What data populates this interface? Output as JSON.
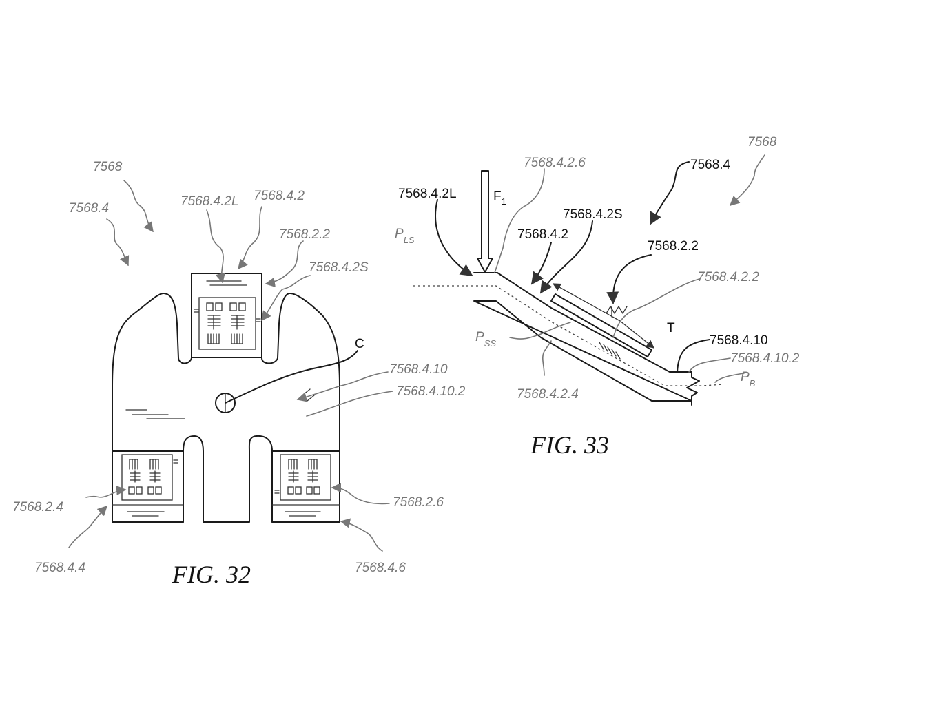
{
  "fig32": {
    "caption": "FIG. 32",
    "labels": {
      "ref_7568": "7568",
      "ref_7568_4": "7568.4",
      "ref_7568_4_2L": "7568.4.2L",
      "ref_7568_4_2": "7568.4.2",
      "ref_7568_2_2": "7568.2.2",
      "ref_7568_4_2S": "7568.4.2S",
      "ref_C": "C",
      "ref_7568_4_10": "7568.4.10",
      "ref_7568_4_10_2": "7568.4.10.2",
      "ref_7568_2_4": "7568.2.4",
      "ref_7568_2_6": "7568.2.6",
      "ref_7568_4_4": "7568.4.4",
      "ref_7568_4_6": "7568.4.6"
    }
  },
  "fig33": {
    "caption": "FIG. 33",
    "labels": {
      "ref_7568": "7568",
      "ref_7568_4": "7568.4",
      "ref_7568_4_2_6": "7568.4.2.6",
      "ref_7568_4_2L": "7568.4.2L",
      "force": "F",
      "force_sub": "1",
      "ref_7568_4_2S": "7568.4.2S",
      "ref_7568_4_2": "7568.4.2",
      "ref_7568_2_2": "7568.2.2",
      "ref_7568_4_2_2": "7568.4.2.2",
      "plane_LS": "P",
      "plane_LS_sub": "LS",
      "plane_SS": "P",
      "plane_SS_sub": "SS",
      "tension": "T",
      "ref_7568_4_10": "7568.4.10",
      "ref_7568_4_10_2": "7568.4.10.2",
      "plane_B": "P",
      "plane_B_sub": "B",
      "ref_7568_4_2_4": "7568.4.2.4"
    }
  }
}
